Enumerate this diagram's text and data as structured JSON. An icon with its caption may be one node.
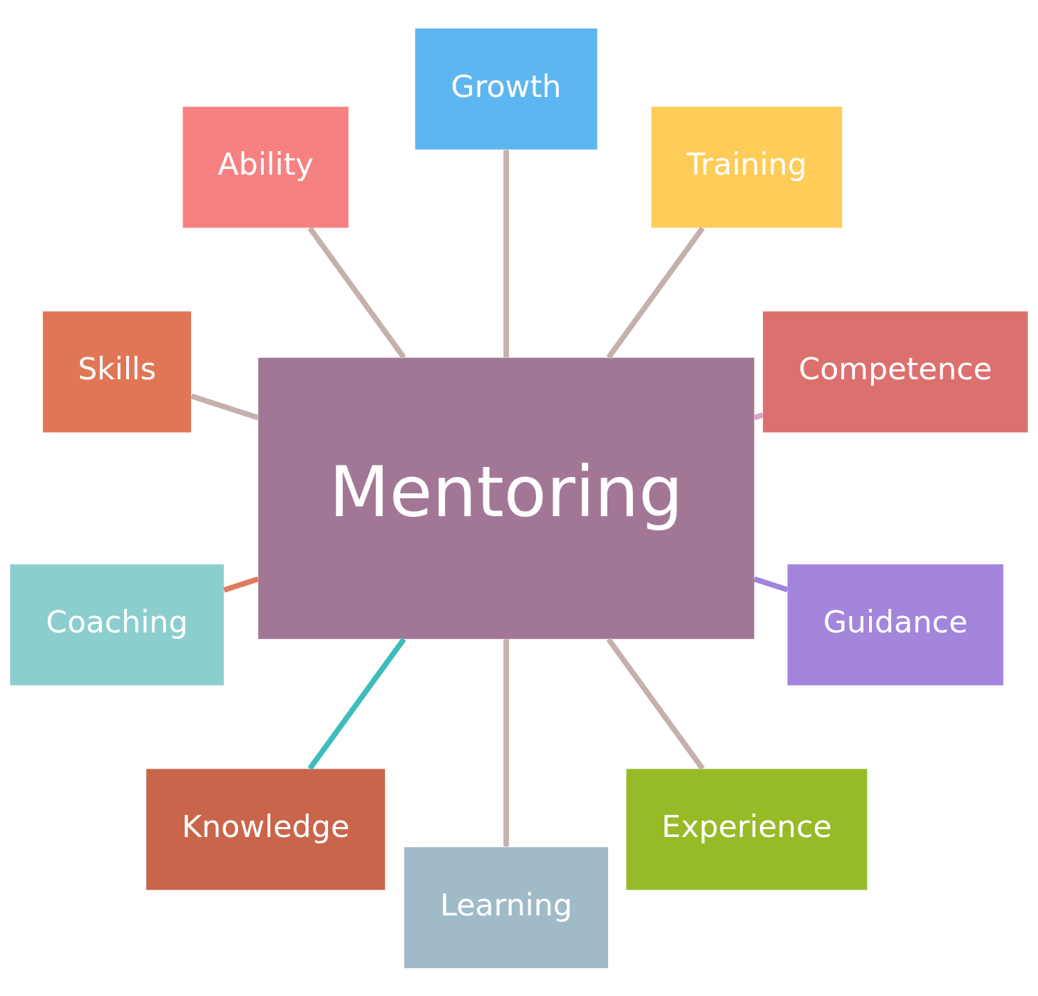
{
  "diagram": {
    "nodes": [
      {
        "text": [
          "Skills"
        ]
      },
      {
        "text": [
          "Ability"
        ]
      },
      {
        "text": [
          "Growth"
        ]
      },
      {
        "text": [
          "Training"
        ]
      },
      {
        "text": [
          "Coaching"
        ]
      },
      {
        "text": [
          "Mentoring"
        ]
      },
      {
        "text": [
          "Competence"
        ]
      },
      {
        "text": [
          "Knowledge"
        ]
      },
      {
        "text": [
          "Guidance"
        ]
      },
      {
        "text": [
          "Learning"
        ]
      },
      {
        "text": [
          "Experience"
        ]
      }
    ],
    "edges": [
      {
        "from": 5,
        "to": 6,
        "arrow": "none",
        "color": "#dda0c8"
      },
      {
        "from": 5,
        "to": 3,
        "arrow": "none"
      },
      {
        "from": 5,
        "to": 2,
        "arrow": "none"
      },
      {
        "from": 5,
        "to": 1,
        "arrow": "none"
      },
      {
        "from": 5,
        "to": 0,
        "arrow": "none"
      },
      {
        "from": 5,
        "to": 4,
        "arrow": "none",
        "color": "#e07a5f"
      },
      {
        "from": 5,
        "to": 7,
        "arrow": "none",
        "color": "#3fbcbc"
      },
      {
        "from": 5,
        "to": 9,
        "arrow": "none"
      },
      {
        "from": 5,
        "to": 10,
        "arrow": "none"
      },
      {
        "from": 5,
        "to": 8,
        "arrow": "none",
        "color": "#a084dc"
      }
    ]
  }
}
